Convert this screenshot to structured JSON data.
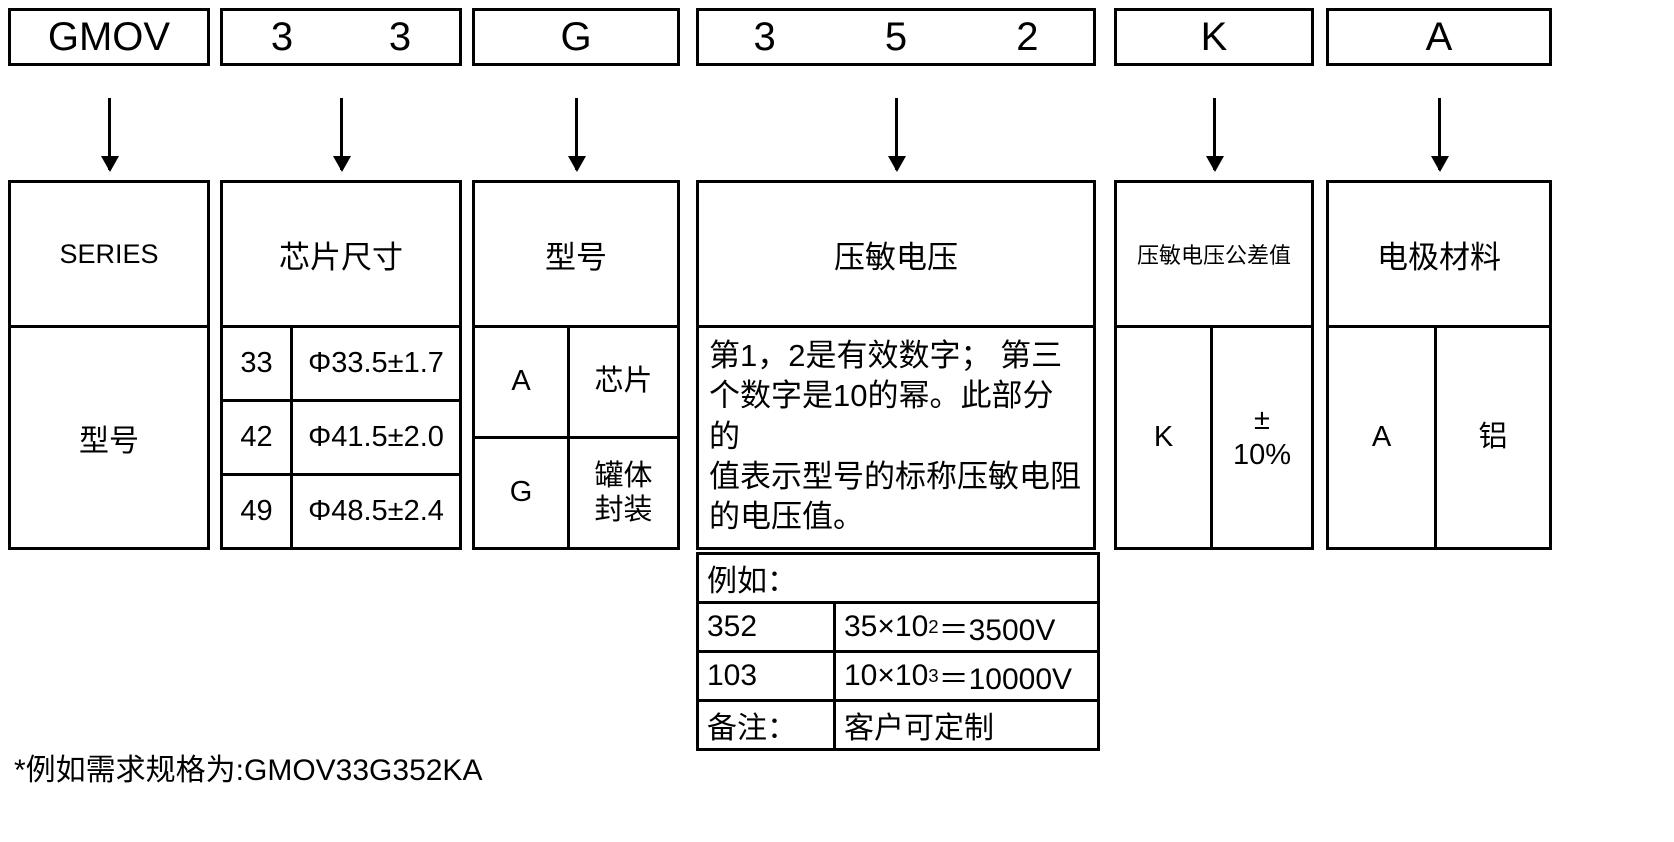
{
  "part_number": {
    "segments": [
      {
        "id": "series",
        "chars": [
          "GMOV"
        ]
      },
      {
        "id": "chip-size",
        "chars": [
          "3",
          "3"
        ]
      },
      {
        "id": "model",
        "chars": [
          "G"
        ]
      },
      {
        "id": "varistor-voltage",
        "chars": [
          "3",
          "5",
          "2"
        ]
      },
      {
        "id": "voltage-tolerance",
        "chars": [
          "K"
        ]
      },
      {
        "id": "electrode-material",
        "chars": [
          "A"
        ]
      }
    ]
  },
  "columns": {
    "series": {
      "header": "SERIES",
      "body": "型号"
    },
    "chip_size": {
      "header": "芯片尺寸",
      "rows": [
        {
          "code": "33",
          "dim": "Φ33.5±1.7"
        },
        {
          "code": "42",
          "dim": "Φ41.5±2.0"
        },
        {
          "code": "49",
          "dim": "Φ48.5±2.4"
        }
      ]
    },
    "model": {
      "header": "型号",
      "rows": [
        {
          "code": "A",
          "desc": "芯片"
        },
        {
          "code": "G",
          "desc_line1": "罐体",
          "desc_line2": "封装"
        }
      ]
    },
    "varistor_voltage": {
      "header": "压敏电压",
      "description_lines": [
        "第1，2是有效数字； 第三",
        "个数字是10的幂。此部分的",
        "值表示型号的标称压敏电阻",
        "的电压值。"
      ],
      "example_table": {
        "title": "例如：",
        "rows": [
          {
            "code": "352",
            "calc_prefix": "35×10",
            "calc_exp": "2",
            "calc_suffix": "＝3500V"
          },
          {
            "code": "103",
            "calc_prefix": "10×10",
            "calc_exp": "3",
            "calc_suffix": "＝10000V"
          }
        ],
        "note_label": "备注：",
        "note_value": "客户可定制"
      }
    },
    "voltage_tolerance": {
      "header": "压敏电压公差值",
      "rows": [
        {
          "code": "K",
          "tol_line1": "±",
          "tol_line2": "10%"
        }
      ]
    },
    "electrode_material": {
      "header": "电极材料",
      "rows": [
        {
          "code": "A",
          "material": "铝"
        }
      ]
    }
  },
  "footnote": "*例如需求规格为:GMOV33G352KA",
  "colors": {
    "line": "#000000",
    "background": "#ffffff",
    "text": "#000000"
  }
}
